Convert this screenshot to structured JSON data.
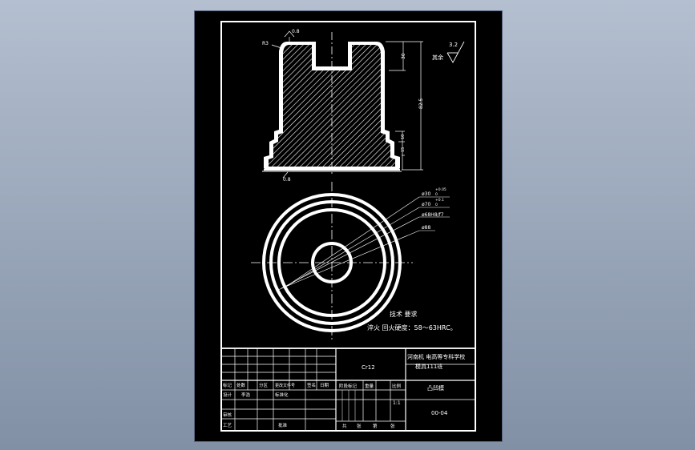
{
  "drawing": {
    "roughness_symbol_value": "3.2",
    "roughness_rest_label": "其余",
    "callout_top": "0.8",
    "callout_chamfer": "R3",
    "callout_bottom": "0.8",
    "dim_top_height": "30",
    "dim_total_height": "82.5",
    "dim_step_a": "10",
    "dim_step_b": "15",
    "dia_labels": [
      "ø30",
      "ø70",
      "ø68H8/f7",
      "ø88"
    ],
    "dia_tol_1": "+0.05",
    "dia_tol_1_low": "0",
    "dia_tol_2": "+0.1",
    "dia_tol_2_low": "0",
    "tech_req_title": "技术 要求",
    "tech_req_text": "淬火 回火硬度：58～63HRC。"
  },
  "title_block": {
    "material": "Cr12",
    "school_line1": "河南机 电高等专科学校",
    "school_line2": "模具111班",
    "part_name": "凸凹模",
    "drawing_no": "00-04",
    "scale": "1:1",
    "row_change": [
      "标记",
      "处数",
      "分区",
      "更改文件号",
      "签名",
      "日期"
    ],
    "row_design": [
      "设计",
      "李浩",
      "",
      "标准化",
      "",
      ""
    ],
    "row_review": "审核",
    "row_process": "工艺",
    "approve": "批准",
    "stage_labels": [
      "阶段标记",
      "重量",
      "比例"
    ],
    "sheet_labels": [
      "共",
      "张",
      "第",
      "张"
    ]
  }
}
